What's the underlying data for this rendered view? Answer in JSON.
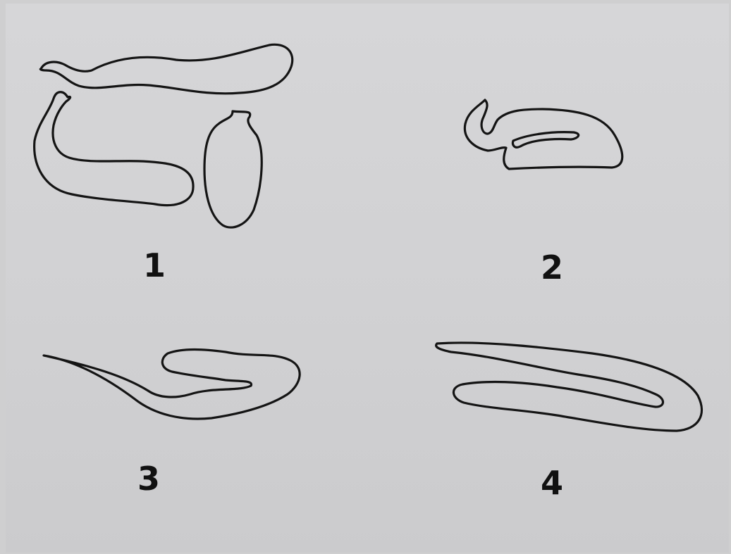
{
  "figures": [
    {
      "label": "1"
    },
    {
      "label": "2"
    },
    {
      "label": "3"
    },
    {
      "label": "4"
    }
  ]
}
